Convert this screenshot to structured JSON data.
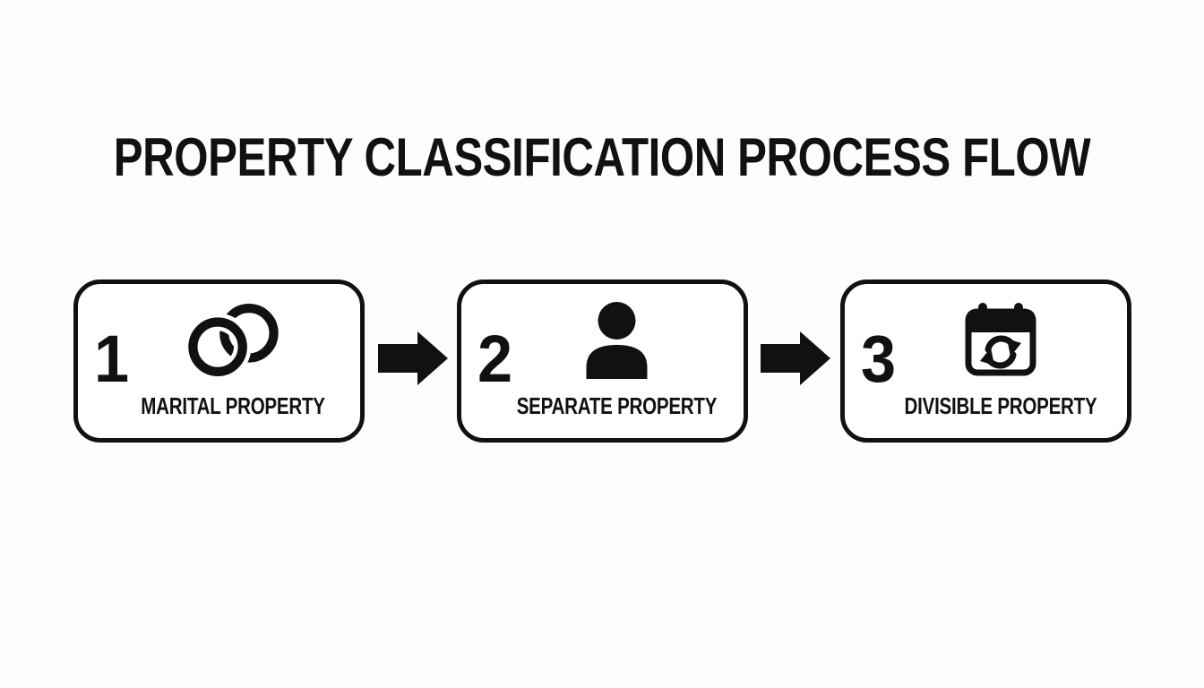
{
  "title": "PROPERTY CLASSIFICATION PROCESS FLOW",
  "colors": {
    "ink": "#111111",
    "background": "#fdfdfd",
    "box_fill": "#ffffff"
  },
  "steps": [
    {
      "number": "1",
      "label": "MARITAL PROPERTY",
      "icon": "rings-icon"
    },
    {
      "number": "2",
      "label": "SEPARATE PROPERTY",
      "icon": "person-icon"
    },
    {
      "number": "3",
      "label": "DIVISIBLE PROPERTY",
      "icon": "calendar-sync-icon"
    }
  ],
  "connectors": [
    {
      "icon": "arrow-right-icon"
    },
    {
      "icon": "arrow-right-icon"
    }
  ]
}
